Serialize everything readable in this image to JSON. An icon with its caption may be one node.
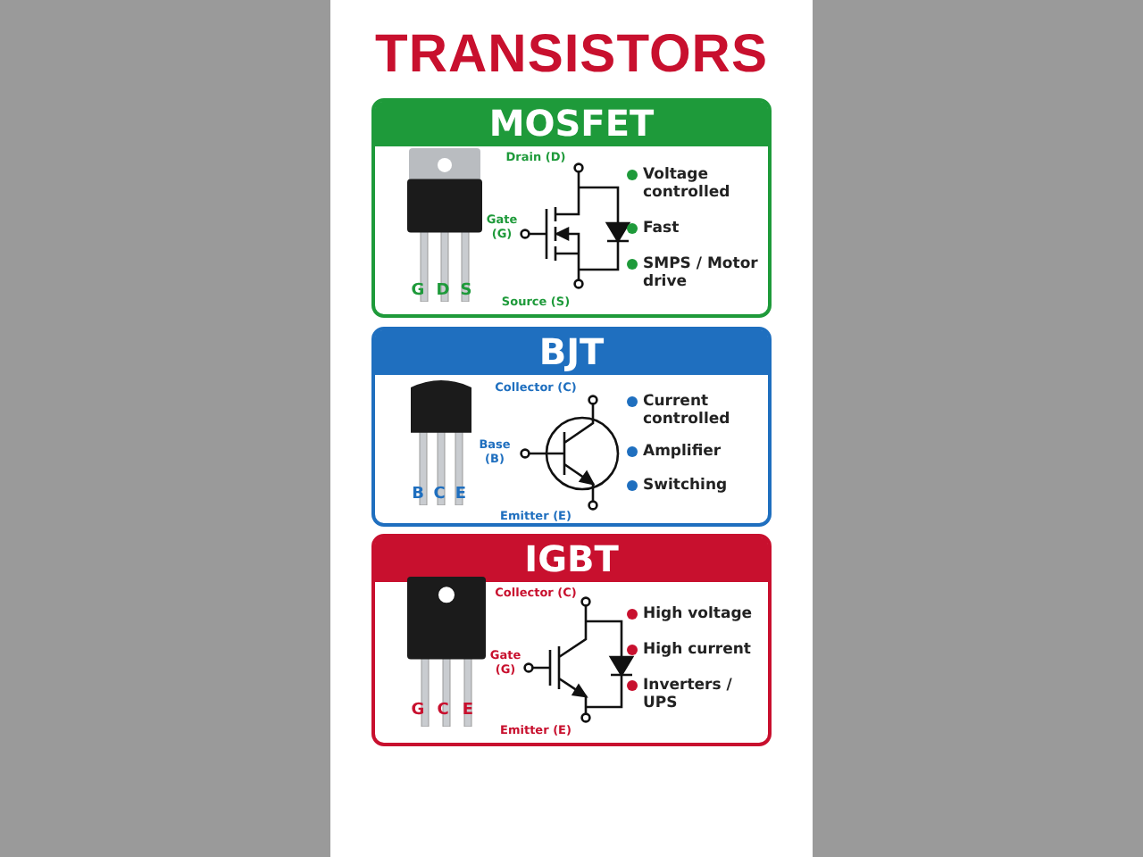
{
  "diagram": {
    "title": "TRANSISTORS",
    "nodes": [
      {
        "text": [
          "MOSFET"
        ]
      },
      {
        "text": [],
        "shape": "picture",
        "in": 0
      },
      {
        "text": [],
        "shape": "picture",
        "in": 0
      },
      {
        "text": [
          "BJT"
        ]
      },
      {
        "text": [],
        "shape": "picture",
        "in": 3
      },
      {
        "text": [],
        "shape": "picture",
        "in": 3
      },
      {
        "text": [
          "IGBT"
        ]
      },
      {
        "text": [],
        "shape": "picture",
        "in": 6
      },
      {
        "text": [],
        "shape": "picture",
        "in": 6
      }
    ],
    "labels": [
      "Drain (D)",
      "Gate (G)",
      "Source (S)",
      "Voltage controlled",
      "Fast",
      "SMPS / Motor drive",
      "G",
      "D",
      "S",
      "Collector (C)",
      "Base (B)",
      "Emitter (E)",
      "Current controlled",
      "Amplifier",
      "Switching",
      "B",
      "C",
      "E",
      "Collector (C)",
      "Gate (G)",
      "Emitter (E)",
      "High voltage",
      "High current",
      "Inverters / UPS",
      "G",
      "C",
      "E"
    ]
  }
}
